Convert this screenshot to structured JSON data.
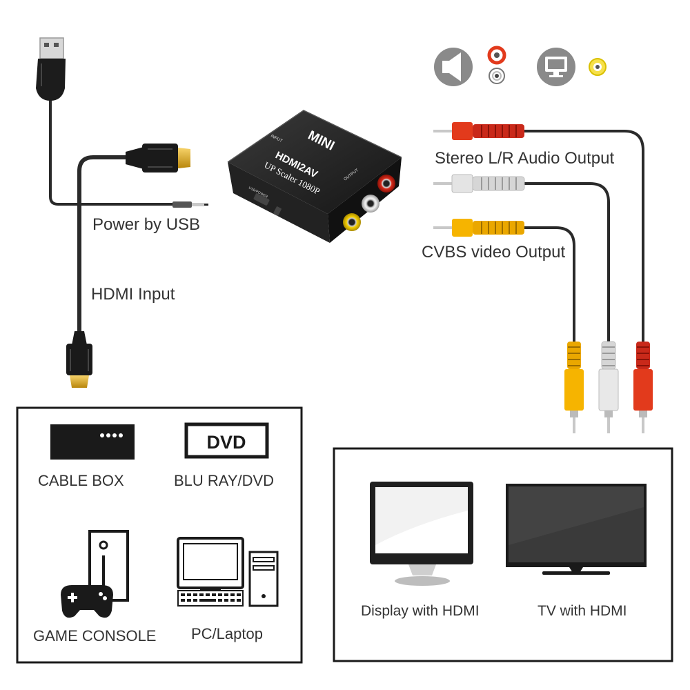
{
  "converter": {
    "brand": "MINI",
    "model": "HDMI2AV",
    "subtitle": "UP Scaler 1080P",
    "input_port": "INPUT",
    "output_port": "OUTPUT",
    "power_port": "USB/POWER"
  },
  "connections": {
    "power": "Power by USB",
    "hdmi_input": "HDMI Input",
    "audio_output": "Stereo L/R Audio Output",
    "video_output": "CVBS video Output"
  },
  "legend_icons": {
    "audio": "speaker-icon",
    "audio_jacks": [
      "red",
      "white"
    ],
    "video": "monitor-icon",
    "video_jack": "yellow"
  },
  "sources": {
    "items": [
      {
        "label": "CABLE BOX",
        "icon": "cable-box-icon"
      },
      {
        "label": "BLU RAY/DVD",
        "icon": "dvd-icon",
        "icon_text": "DVD"
      },
      {
        "label": "GAME CONSOLE",
        "icon": "game-console-icon"
      },
      {
        "label": "PC/Laptop",
        "icon": "pc-icon"
      }
    ]
  },
  "displays": {
    "items": [
      {
        "label": "Display with HDMI",
        "icon": "monitor-icon"
      },
      {
        "label": "TV with HDMI",
        "icon": "tv-icon"
      }
    ]
  },
  "colors": {
    "audio_left": "#e23a1c",
    "audio_right": "#e8e8e8",
    "video": "#f6b400",
    "cable": "#2a2a2a",
    "device_body": "#1d1d1d"
  }
}
